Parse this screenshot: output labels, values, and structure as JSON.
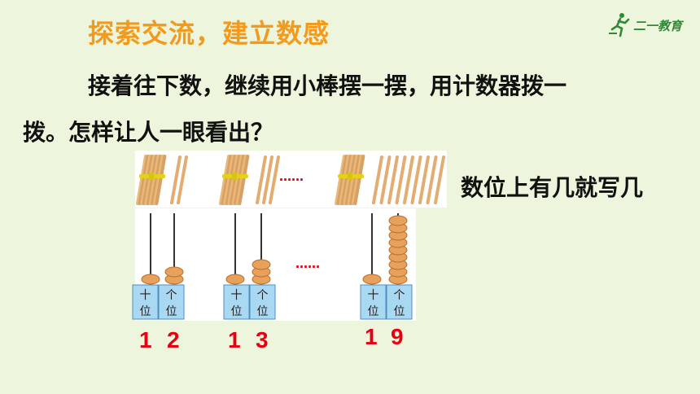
{
  "header": {
    "title": "探索交流，建立数感",
    "logo_text": "二一教育",
    "logo_color": "#2f8a36"
  },
  "body": {
    "line1": "接着往下数，继续用小棒摆一摆，用计数器拨一",
    "line2": "拨。怎样让人一眼看出？"
  },
  "illustration": {
    "side_note": "数位上有几就写几",
    "ellipsis": "……",
    "groups": [
      {
        "number": "12",
        "tens": "1",
        "ones": "2",
        "bundle_count": 1,
        "loose_sticks": 2,
        "tens_beads": 1,
        "ones_beads": 2
      },
      {
        "number": "13",
        "tens": "1",
        "ones": "3",
        "bundle_count": 1,
        "loose_sticks": 3,
        "tens_beads": 1,
        "ones_beads": 3
      },
      {
        "number": "19",
        "tens": "1",
        "ones": "9",
        "bundle_count": 1,
        "loose_sticks": 9,
        "tens_beads": 1,
        "ones_beads": 9
      }
    ],
    "place_labels": {
      "tens_top": "十",
      "tens_bottom": "位",
      "ones_top": "个",
      "ones_bottom": "位"
    }
  },
  "colors": {
    "title": "#f39a1c",
    "number": "#e60012",
    "background": "#edf6dc",
    "bead": "#e7a15a",
    "label_box": "#a9d8f2"
  }
}
